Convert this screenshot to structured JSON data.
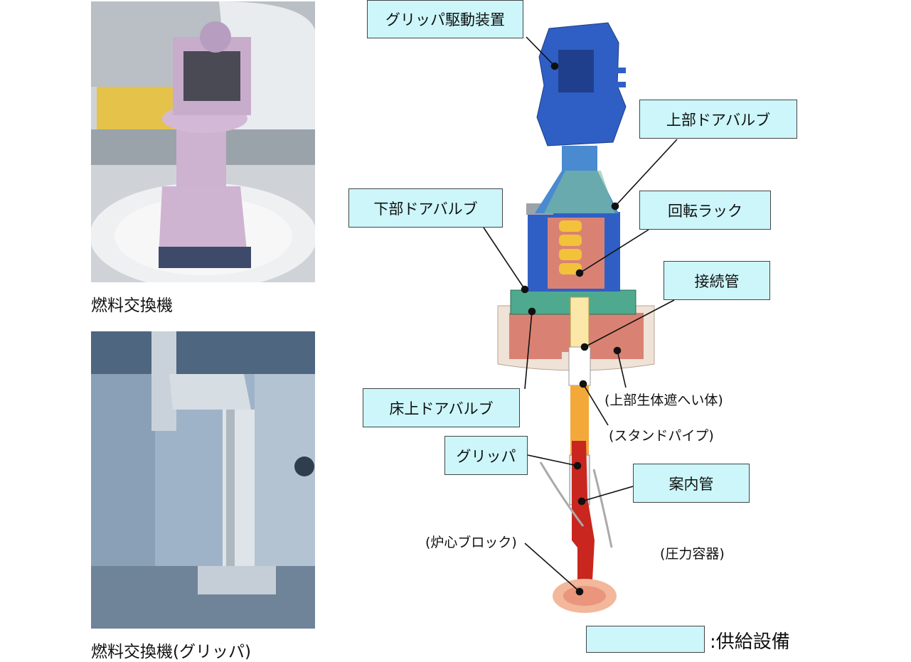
{
  "photos": {
    "machine_caption": "燃料交換機",
    "gripper_caption": "燃料交換機(グリッパ)"
  },
  "labels": {
    "gripper_drive": "グリッパ駆動装置",
    "upper_door_valve": "上部ドアバルブ",
    "lower_door_valve": "下部ドアバルブ",
    "rotating_rack": "回転ラック",
    "connecting_pipe": "接続管",
    "floor_door_valve": "床上ドアバルブ",
    "gripper": "グリッパ",
    "guide_pipe": "案内管",
    "upper_shield": "(上部生体遮へい体)",
    "standpipe": "(スタンドパイプ)",
    "core_block": "(炉心ブロック)",
    "pressure_vessel": "(圧力容器)"
  },
  "legend": {
    "text": ":供給設備",
    "swatch_color": "#ccf6fa"
  },
  "colors": {
    "machine_blue": "#2f5fc4",
    "shield_red": "#d98273",
    "valve_green": "#4fa98e",
    "pipe_yellow": "#f2c23a",
    "gripper_red": "#c8261e"
  }
}
